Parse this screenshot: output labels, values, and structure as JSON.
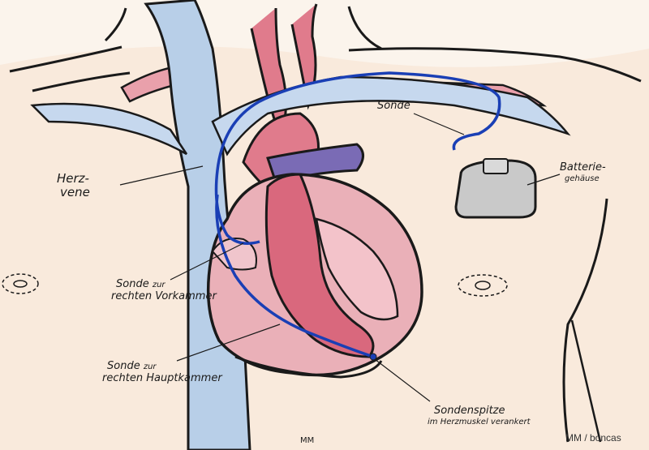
{
  "labels": {
    "herzvene_line1": "Herz-",
    "herzvene_line2": "vene",
    "sonde": "Sonde",
    "batterie_line1": "Batterie-",
    "batterie_line2": "gehäuse",
    "vorkammer_line1_a": "Sonde",
    "vorkammer_line1_b": "zur",
    "vorkammer_line2": "rechten Vorkammer",
    "hauptkammer_line1_a": "Sonde",
    "hauptkammer_line1_b": "zur",
    "hauptkammer_line2": "rechten Hauptkammer",
    "spitze_line1": "Sondenspitze",
    "spitze_line2": "im Herzmuskel verankert",
    "signature": "MM",
    "credit": "MM / boncas"
  }
}
